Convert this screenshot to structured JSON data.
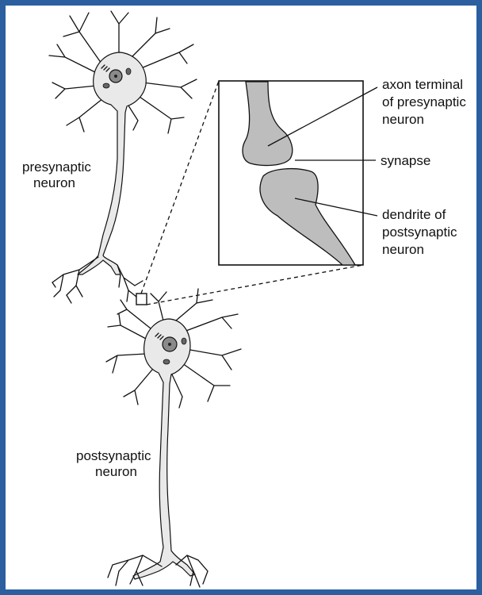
{
  "labels": {
    "presynaptic_line1": "presynaptic",
    "presynaptic_line2": "neuron",
    "postsynaptic_line1": "postsynaptic",
    "postsynaptic_line2": "neuron",
    "axon_terminal_line1": "axon terminal",
    "axon_terminal_line2": "of presynaptic",
    "axon_terminal_line3": "neuron",
    "synapse": "synapse",
    "dendrite_line1": "dendrite of",
    "dendrite_line2": "postsynaptic",
    "dendrite_line3": "neuron"
  },
  "colors": {
    "border": "#2b5fa0",
    "cell_fill": "#e9e9e9",
    "terminal_fill": "#bdbdbd",
    "nucleus_fill": "#8a8a8a"
  }
}
